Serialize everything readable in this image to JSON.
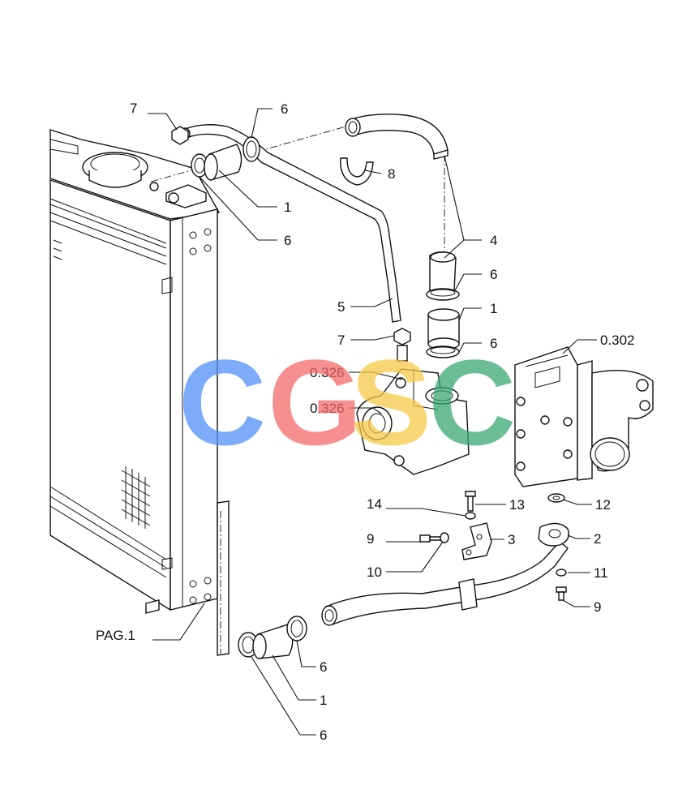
{
  "watermark": {
    "letters": [
      {
        "char": "C",
        "color": "#4f8ff7"
      },
      {
        "char": "G",
        "color": "#f36b6b"
      },
      {
        "char": "S",
        "color": "#f7c948"
      },
      {
        "char": "C",
        "color": "#3aa874"
      }
    ]
  },
  "labels": {
    "l7a": "7",
    "l6a": "6",
    "l8": "8",
    "l1a": "1",
    "l6b": "6",
    "l4": "4",
    "l6c": "6",
    "l1b": "1",
    "l6d": "6",
    "l5": "5",
    "l7b": "7",
    "l0302": "0.302",
    "l0326a": "0.326",
    "l0326b": "0.326",
    "l14": "14",
    "l13": "13",
    "l12": "12",
    "l9a": "9",
    "l3": "3",
    "l2": "2",
    "l10": "10",
    "l11": "11",
    "l9b": "9",
    "lpag": "PAG.1",
    "l6e": "6",
    "l1c": "1",
    "l6f": "6"
  }
}
